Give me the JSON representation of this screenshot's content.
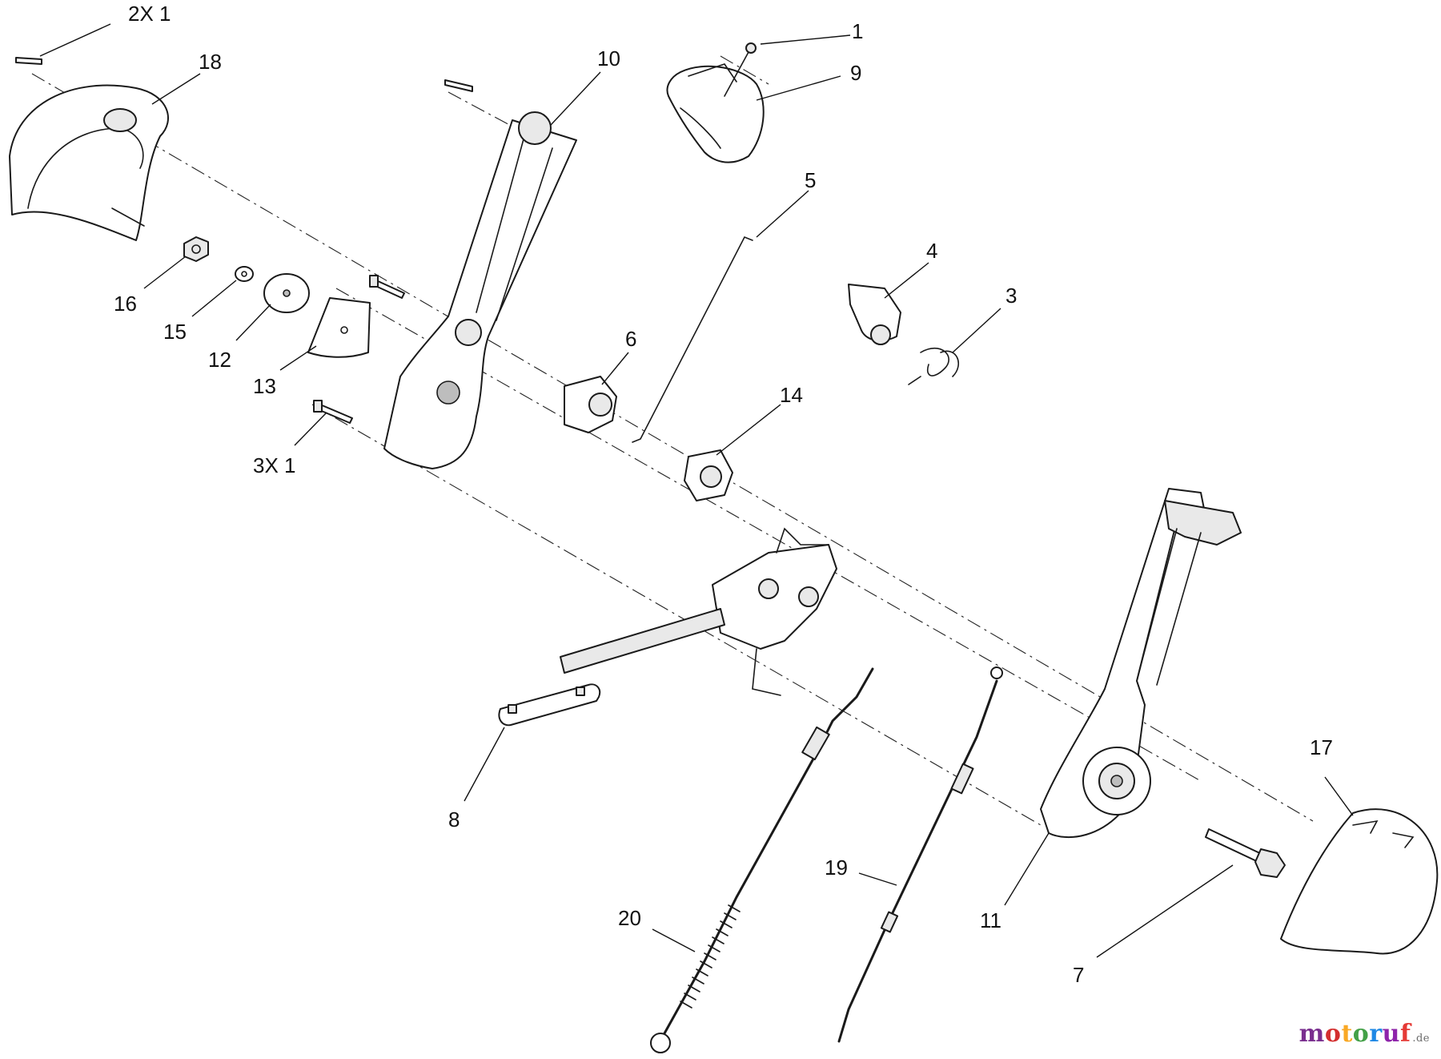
{
  "diagram": {
    "callouts": [
      {
        "id": "c-2x1",
        "text": "2X 1"
      },
      {
        "id": "c-18",
        "text": "18"
      },
      {
        "id": "c-10",
        "text": "10"
      },
      {
        "id": "c-1",
        "text": "1"
      },
      {
        "id": "c-9",
        "text": "9"
      },
      {
        "id": "c-5",
        "text": "5"
      },
      {
        "id": "c-4",
        "text": "4"
      },
      {
        "id": "c-3",
        "text": "3"
      },
      {
        "id": "c-16",
        "text": "16"
      },
      {
        "id": "c-15",
        "text": "15"
      },
      {
        "id": "c-12",
        "text": "12"
      },
      {
        "id": "c-13",
        "text": "13"
      },
      {
        "id": "c-6",
        "text": "6"
      },
      {
        "id": "c-14",
        "text": "14"
      },
      {
        "id": "c-3x1",
        "text": "3X 1"
      },
      {
        "id": "c-8",
        "text": "8"
      },
      {
        "id": "c-17",
        "text": "17"
      },
      {
        "id": "c-19",
        "text": "19"
      },
      {
        "id": "c-20",
        "text": "20"
      },
      {
        "id": "c-11",
        "text": "11"
      },
      {
        "id": "c-7",
        "text": "7"
      }
    ]
  },
  "watermark": {
    "letters": [
      "m",
      "o",
      "t",
      "o",
      "r",
      "u",
      "f"
    ],
    "letter_colors": [
      "#7a2f8f",
      "#d32f2f",
      "#f9a825",
      "#43a047",
      "#1e88e5",
      "#8e24aa",
      "#e53935"
    ],
    "tld": ".de"
  }
}
